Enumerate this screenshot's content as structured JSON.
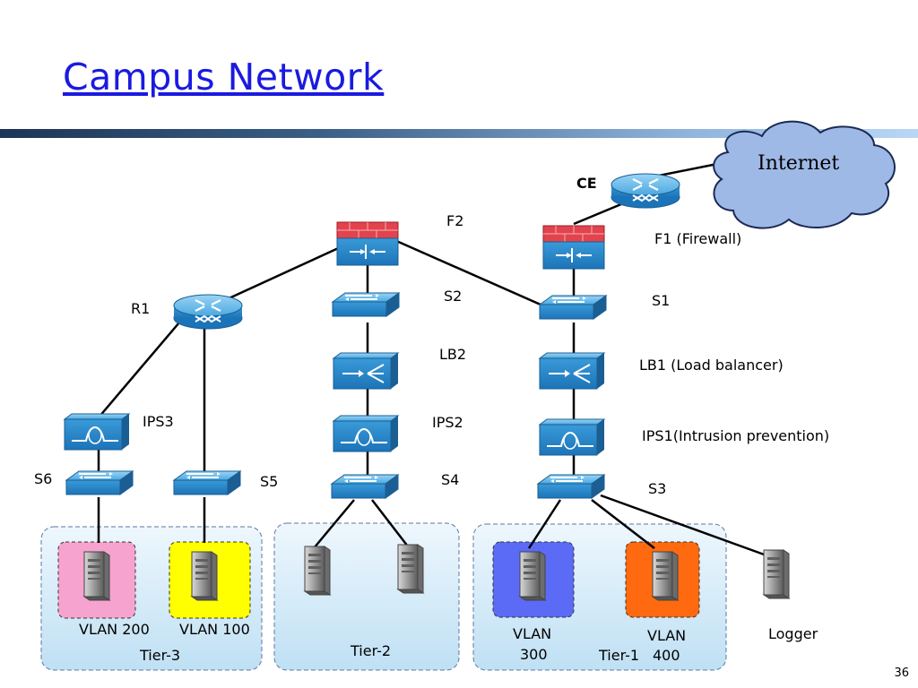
{
  "slide": {
    "title": "Campus Network",
    "page_number": "36"
  },
  "cloud": {
    "label": "Internet"
  },
  "devices": {
    "ce": "CE",
    "f2": "F2",
    "f1": "F1 (Firewall)",
    "r1": "R1",
    "s2": "S2",
    "s1": "S1",
    "lb2": "LB2",
    "lb1": "LB1 (Load balancer)",
    "ips3": "IPS3",
    "ips2": "IPS2",
    "ips1": "IPS1(Intrusion prevention)",
    "s6": "S6",
    "s5": "S5",
    "s4": "S4",
    "s3": "S3"
  },
  "vlans": {
    "v200": "VLAN 200",
    "v100": "VLAN 100",
    "v300_a": "VLAN",
    "v300_b": "300",
    "v400_a": "VLAN",
    "v400_b": "400"
  },
  "tiers": {
    "tier3": "Tier-3",
    "tier2": "Tier-2",
    "tier1": "Tier-1"
  },
  "logger": "Logger",
  "colors": {
    "title": "#1a1ae0",
    "device_blue": "#2b8fd0",
    "tier_box": "#d6ecf8",
    "vlan200": "#f7a3cf",
    "vlan100": "#ffff00",
    "vlan300": "#5b6bf5",
    "vlan400": "#ff6a10",
    "cloud": "#9fb9e6"
  }
}
